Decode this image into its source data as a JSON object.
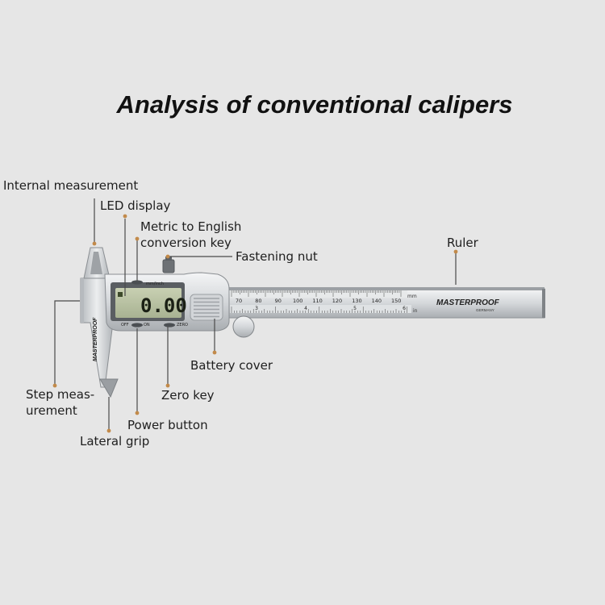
{
  "title": "Analysis of conventional calipers",
  "labels": {
    "internal_measurement": "Internal measurement",
    "led_display": "LED display",
    "metric_english_key": "Metric to English\nconversion key",
    "fastening_nut": "Fastening nut",
    "ruler": "Ruler",
    "battery_cover": "Battery cover",
    "step_measurement": "Step meas-\nurement",
    "zero_key": "Zero key",
    "power_button": "Power button",
    "lateral_grip": "Lateral grip"
  },
  "device": {
    "display_reading": "0.00",
    "unit_button_text": "mm/inch",
    "off_text": "OFF",
    "on_text": "ON",
    "zero_text": "ZERO",
    "brand": "MASTERPROOF",
    "brand_sub": "GERMANY",
    "jaw_brand": "MASTERPROOF",
    "mm_unit": "mm",
    "in_unit": "in",
    "mm_scale": [
      "70",
      "80",
      "90",
      "100",
      "110",
      "120",
      "130",
      "140",
      "150"
    ],
    "in_scale": [
      "3",
      "4",
      "5",
      "6"
    ]
  },
  "colors": {
    "background": "#e6e6e6",
    "leader_dot": "#c28a4a",
    "steel": "#c7cbce",
    "lcd": "#b9c2a4"
  }
}
